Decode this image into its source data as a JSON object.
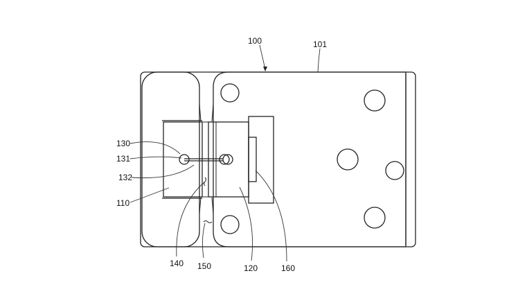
{
  "figure": {
    "labels": {
      "assembly": "100",
      "base_plate": "101",
      "first_body": "110",
      "second_body": "120",
      "pin_assembly": "130",
      "pin": "131",
      "pin_hole": "132",
      "wire": "140",
      "gap": "150",
      "tab": "160"
    }
  }
}
